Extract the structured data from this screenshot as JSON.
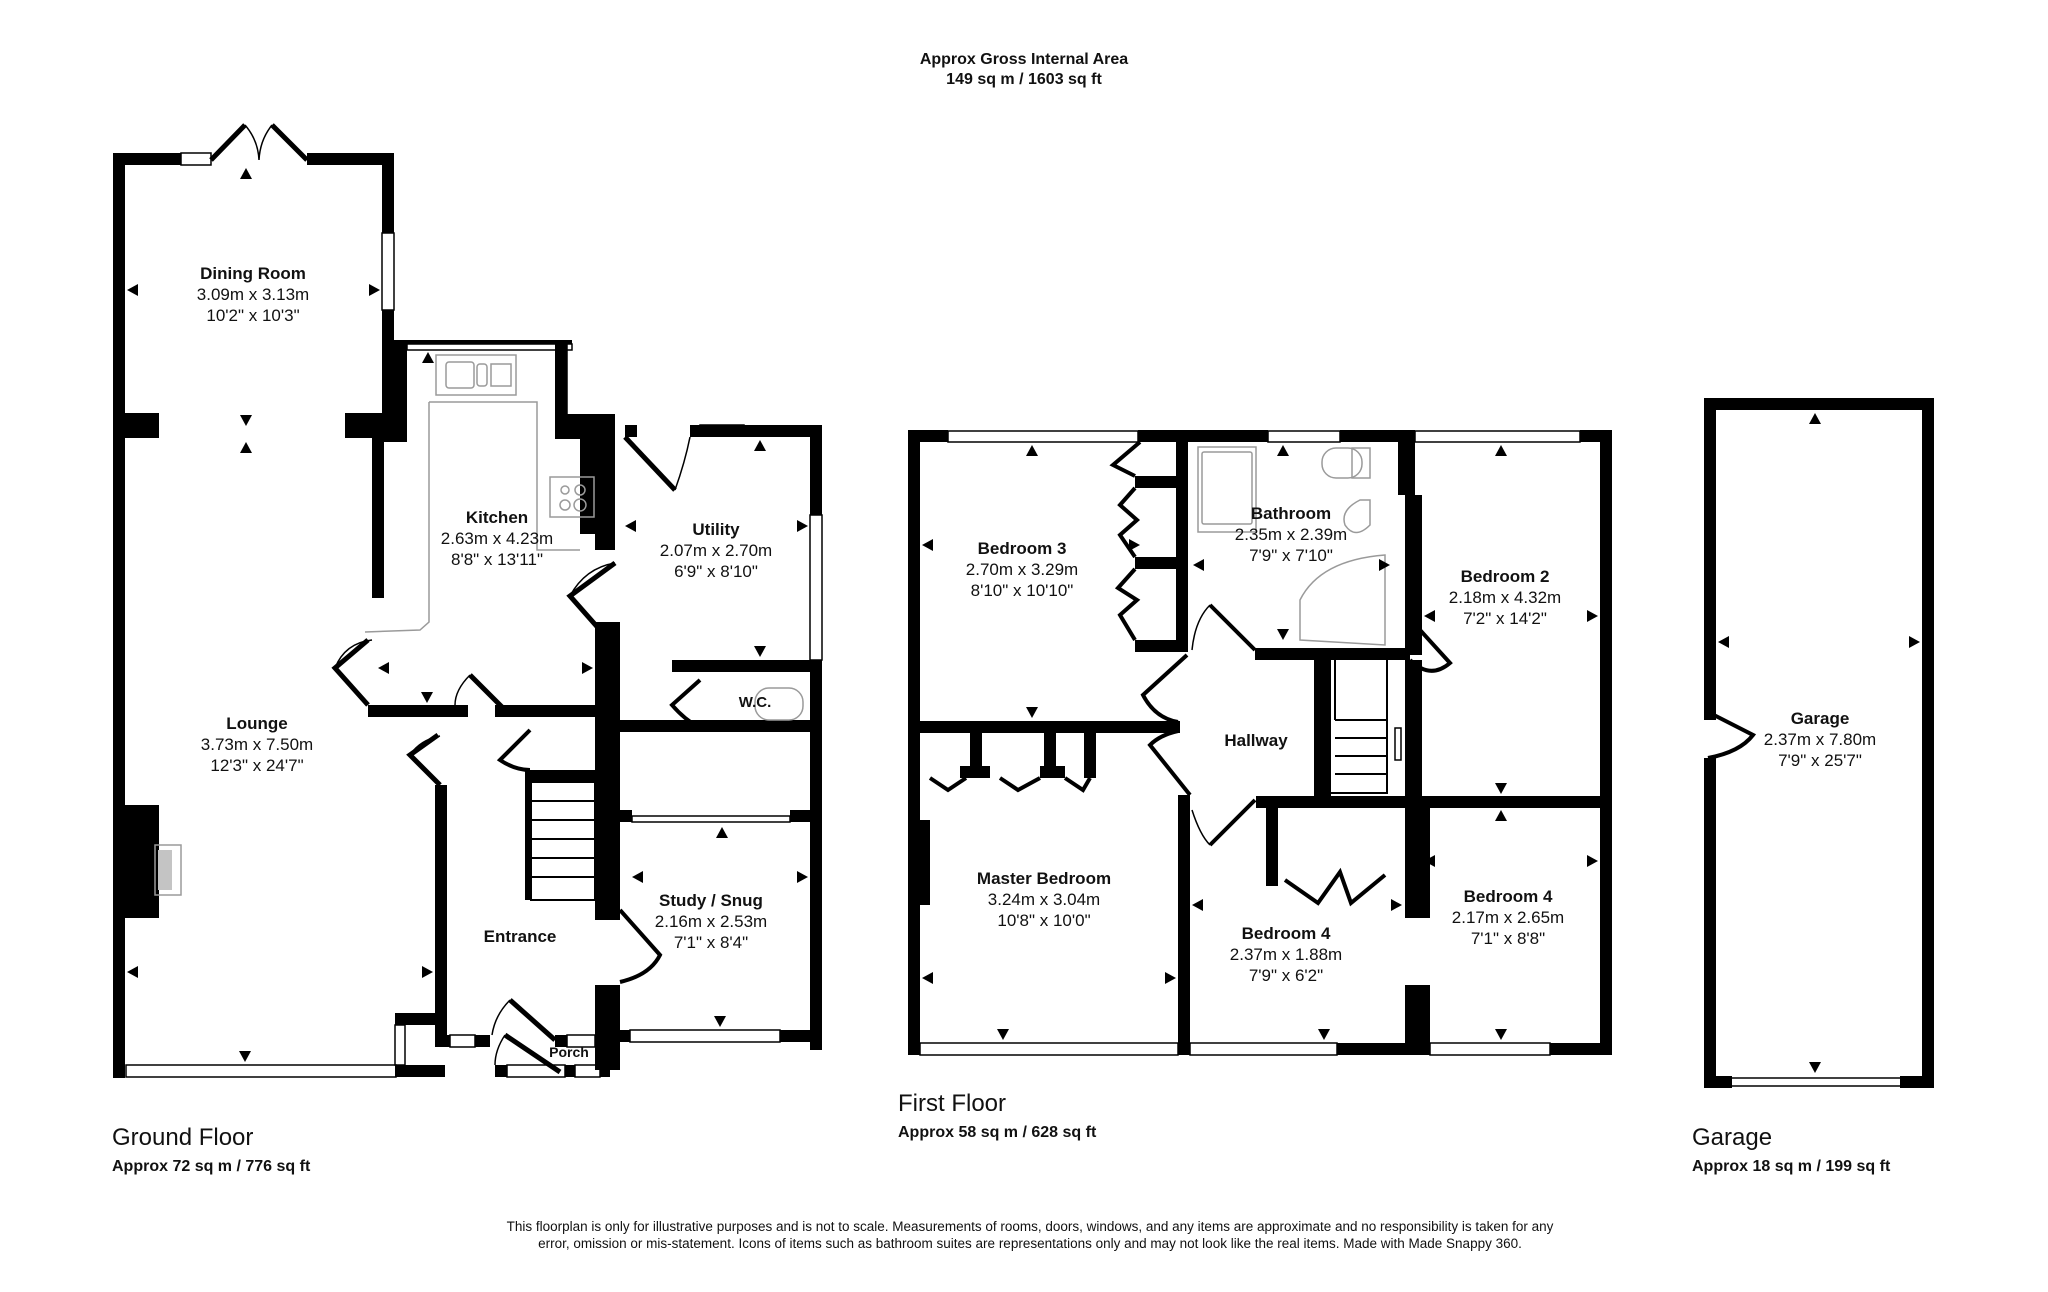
{
  "header": {
    "line1": "Approx Gross Internal Area",
    "line2": "149 sq m / 1603 sq ft"
  },
  "floors": {
    "ground": {
      "name": "Ground Floor",
      "area": "Approx 72 sq m / 776 sq ft"
    },
    "first": {
      "name": "First Floor",
      "area": "Approx 58 sq m / 628 sq ft"
    },
    "garage": {
      "name": "Garage",
      "area": "Approx 18 sq m / 199 sq ft"
    }
  },
  "rooms": {
    "dining": {
      "name": "Dining Room",
      "metric": "3.09m x 3.13m",
      "imperial": "10'2\" x 10'3\""
    },
    "kitchen": {
      "name": "Kitchen",
      "metric": "2.63m x 4.23m",
      "imperial": "8'8\" x 13'11\""
    },
    "utility": {
      "name": "Utility",
      "metric": "2.07m x 2.70m",
      "imperial": "6'9\" x 8'10\""
    },
    "wc": {
      "name": "W.C."
    },
    "lounge": {
      "name": "Lounge",
      "metric": "3.73m x 7.50m",
      "imperial": "12'3\" x 24'7\""
    },
    "entrance": {
      "name": "Entrance"
    },
    "study": {
      "name": "Study / Snug",
      "metric": "2.16m x 2.53m",
      "imperial": "7'1\" x 8'4\""
    },
    "porch": {
      "name": "Porch"
    },
    "bedroom3": {
      "name": "Bedroom 3",
      "metric": "2.70m x 3.29m",
      "imperial": "8'10\" x 10'10\""
    },
    "bathroom": {
      "name": "Bathroom",
      "metric": "2.35m x 2.39m",
      "imperial": "7'9\" x 7'10\""
    },
    "bedroom2": {
      "name": "Bedroom 2",
      "metric": "2.18m x 4.32m",
      "imperial": "7'2\" x 14'2\""
    },
    "hallway": {
      "name": "Hallway"
    },
    "master": {
      "name": "Master Bedroom",
      "metric": "3.24m x 3.04m",
      "imperial": "10'8\" x 10'0\""
    },
    "bedroom4a": {
      "name": "Bedroom 4",
      "metric": "2.37m x 1.88m",
      "imperial": "7'9\" x 6'2\""
    },
    "bedroom4b": {
      "name": "Bedroom 4",
      "metric": "2.17m x 2.65m",
      "imperial": "7'1\" x 8'8\""
    },
    "garage": {
      "name": "Garage",
      "metric": "2.37m x 7.80m",
      "imperial": "7'9\" x 25'7\""
    }
  },
  "disclaimer": "This floorplan is only for illustrative purposes and is not to scale. Measurements of rooms, doors, windows, and any items are approximate and no responsibility is taken for any error, omission or mis-statement. Icons of items such as bathroom suites are representations only and may not look like the real items. Made with Made Snappy 360.",
  "colors": {
    "wall": "#000000",
    "background": "#ffffff",
    "fixture": "#9a9a9a"
  }
}
